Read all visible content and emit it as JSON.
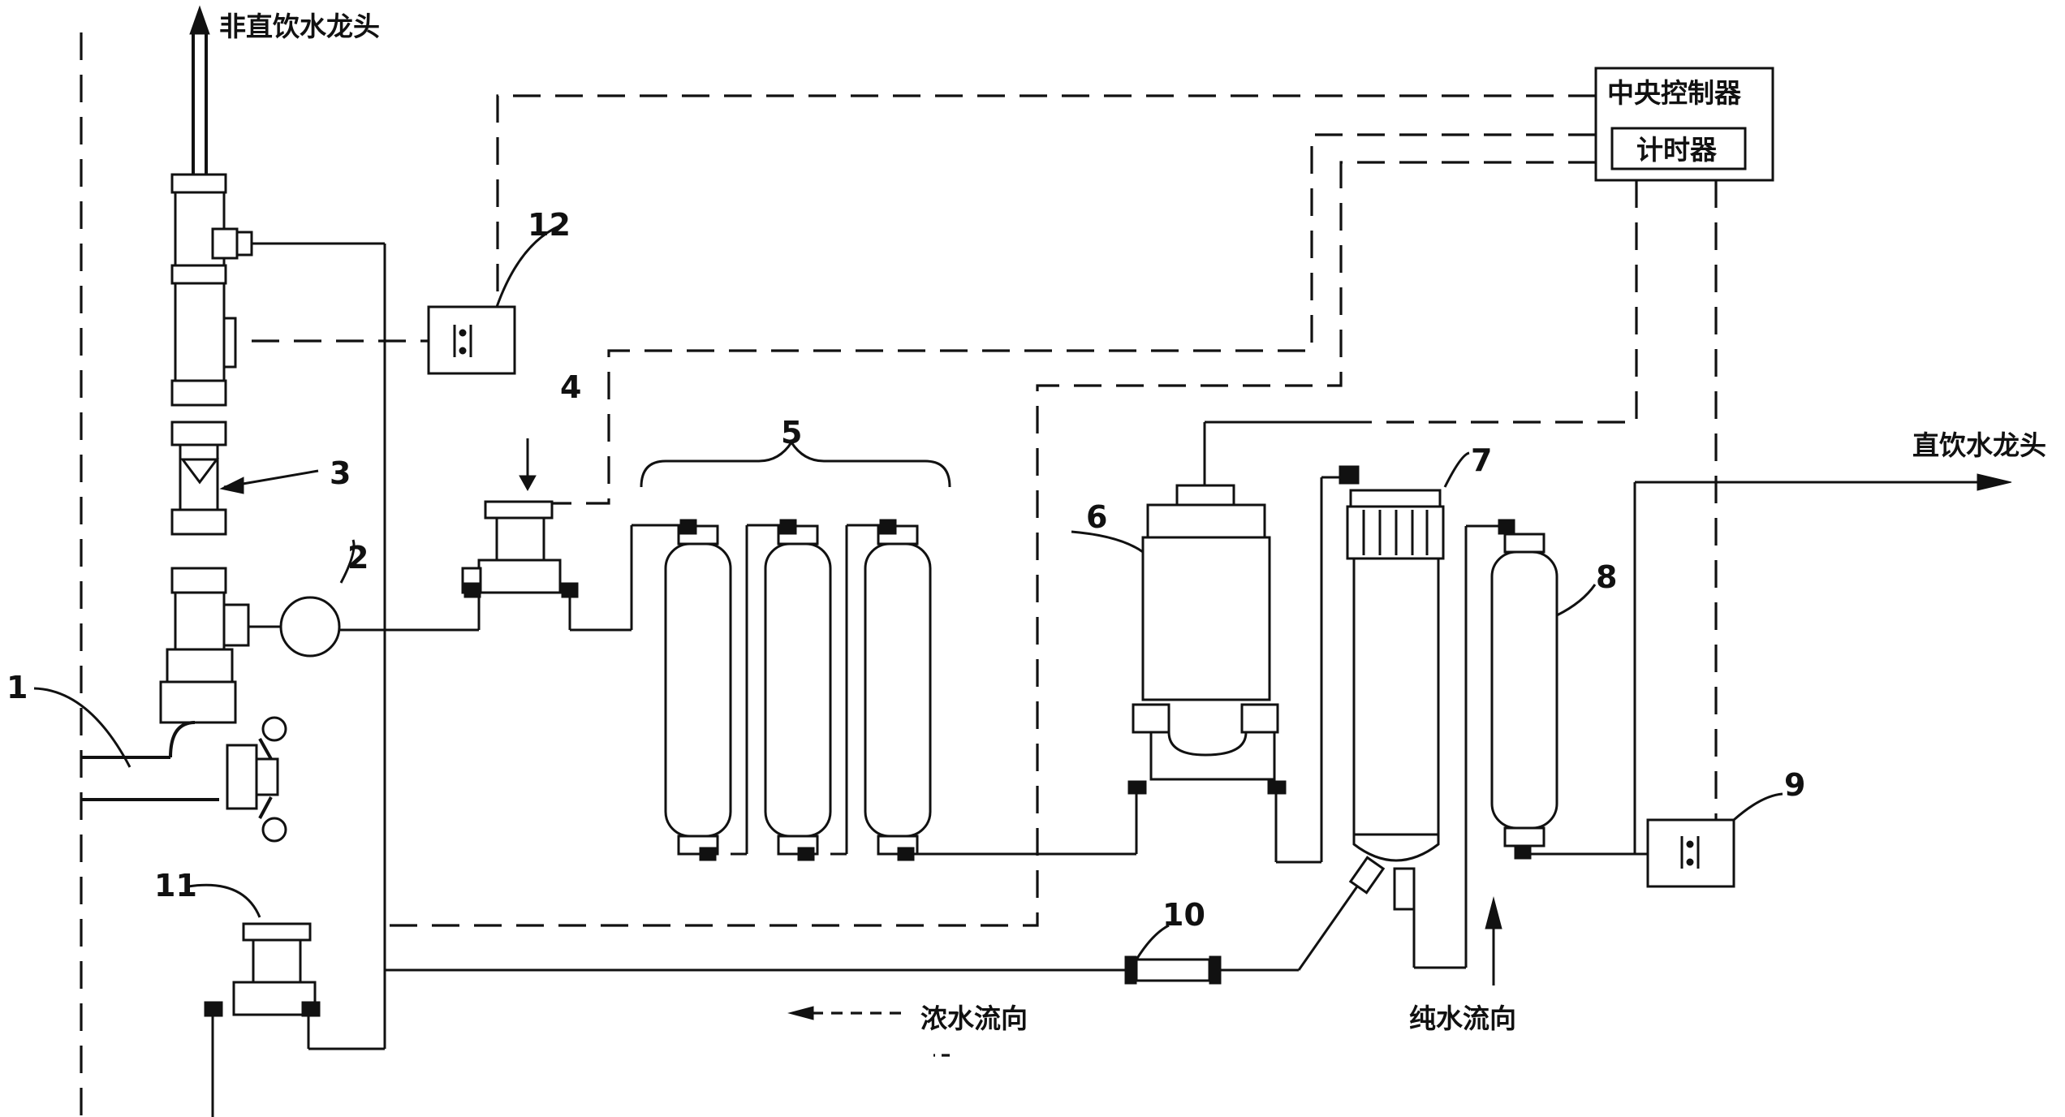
{
  "labels": {
    "non_drinking_faucet": "非直饮水龙头",
    "drinking_faucet": "直饮水龙头",
    "central_controller": "中央控制器",
    "timer": "计时器",
    "concentrate_flow": "浓水流向",
    "pure_water_flow": "纯水流向"
  },
  "numbers": {
    "n1": "1",
    "n2": "2",
    "n3": "3",
    "n4": "4",
    "n5": "5",
    "n6": "6",
    "n7": "7",
    "n8": "8",
    "n9": "9",
    "n10": "10",
    "n11": "11",
    "n12": "12"
  },
  "colors": {
    "line": "#111111",
    "background": "#ffffff"
  }
}
